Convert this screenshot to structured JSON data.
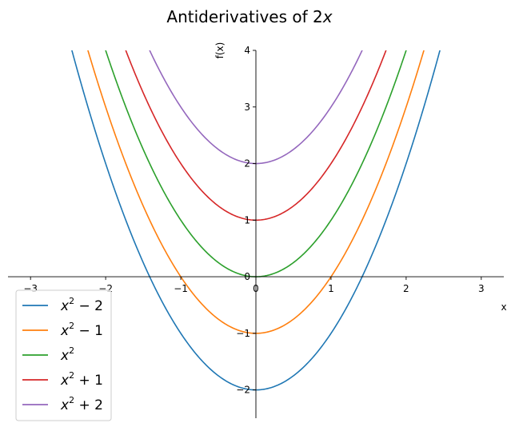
{
  "chart_data": {
    "type": "line",
    "title": "Antiderivatives of 2x",
    "title_parts": {
      "prefix": "Antiderivatives of 2",
      "var": "x"
    },
    "xlabel": "x",
    "ylabel": "f(x)",
    "xlim": [
      -3.3,
      3.3
    ],
    "ylim": [
      -2.5,
      4
    ],
    "xticks": [
      -3,
      -2,
      -1,
      0,
      1,
      2,
      3
    ],
    "xtick_labels": [
      "−3",
      "−2",
      "−1",
      "0",
      "1",
      "2",
      "3"
    ],
    "yticks": [
      -2,
      -1,
      0,
      1,
      2,
      3,
      4
    ],
    "ytick_labels": [
      "−2",
      "−1",
      "0",
      "1",
      "2",
      "3",
      "4"
    ],
    "spines": "centered-at-origin",
    "grid": false,
    "legend_position": "lower-left",
    "series": [
      {
        "name": "x² − 2",
        "name_parts": {
          "base": "x",
          "exp": "2",
          "suffix": " − 2"
        },
        "expression": "x^2 - 2",
        "constant": -2,
        "color": "#1f77b4"
      },
      {
        "name": "x² − 1",
        "name_parts": {
          "base": "x",
          "exp": "2",
          "suffix": " − 1"
        },
        "expression": "x^2 - 1",
        "constant": -1,
        "color": "#ff7f0e"
      },
      {
        "name": "x²",
        "name_parts": {
          "base": "x",
          "exp": "2",
          "suffix": ""
        },
        "expression": "x^2",
        "constant": 0,
        "color": "#2ca02c"
      },
      {
        "name": "x² + 1",
        "name_parts": {
          "base": "x",
          "exp": "2",
          "suffix": " + 1"
        },
        "expression": "x^2 + 1",
        "constant": 1,
        "color": "#d62728"
      },
      {
        "name": "x² + 2",
        "name_parts": {
          "base": "x",
          "exp": "2",
          "suffix": " + 2"
        },
        "expression": "x^2 + 2",
        "constant": 2,
        "color": "#9467bd"
      }
    ]
  }
}
